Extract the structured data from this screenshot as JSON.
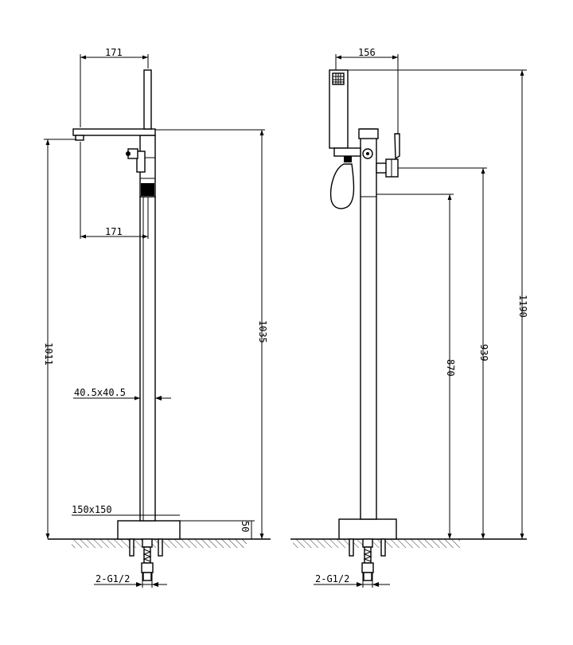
{
  "front_view": {
    "spout_reach_top": "171",
    "spout_reach_bottom": "171",
    "height_left": "1011",
    "height_right": "1035",
    "column_section": "40.5x40.5",
    "base_size": "150x150",
    "base_height": "50",
    "inlet": "2-G1/2"
  },
  "side_view": {
    "handset_offset": "156",
    "height_total": "1190",
    "height_spout": "939",
    "height_mixer": "870",
    "inlet": "2-G1/2"
  }
}
